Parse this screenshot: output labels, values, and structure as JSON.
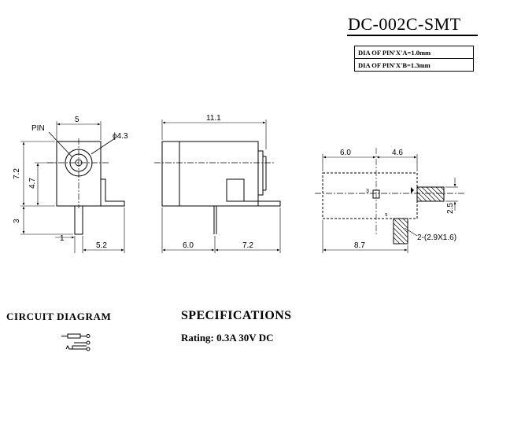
{
  "title": "DC-002C-SMT",
  "pin_table": [
    {
      "text": "DIA OF PIN'X'A=1.0mm"
    },
    {
      "text": "DIA OF PIN'X'B=1.3mm"
    }
  ],
  "front_view": {
    "width": "5",
    "pin_label": "PIN",
    "hole_dia": "ϕ4.3",
    "height_total": "7.2",
    "height_center": "4.7",
    "pin_length": "3",
    "pin_width": "1",
    "foot_width": "5.2"
  },
  "side_view": {
    "length_total": "11.1",
    "front_len": "6.0",
    "rear_len": "7.2"
  },
  "bottom_view": {
    "left_dist": "6.0",
    "right_dist": "4.6",
    "pad_height": "2.5",
    "total_len": "8.7",
    "pad_size": "2-(2.9X1.6)",
    "mark_3": "3",
    "mark_s": "s"
  },
  "circuit": {
    "heading": "CIRCUIT DIAGRAM"
  },
  "specifications": {
    "heading": "SPECIFICATIONS",
    "rating": "Rating: 0.3A 30V DC"
  }
}
